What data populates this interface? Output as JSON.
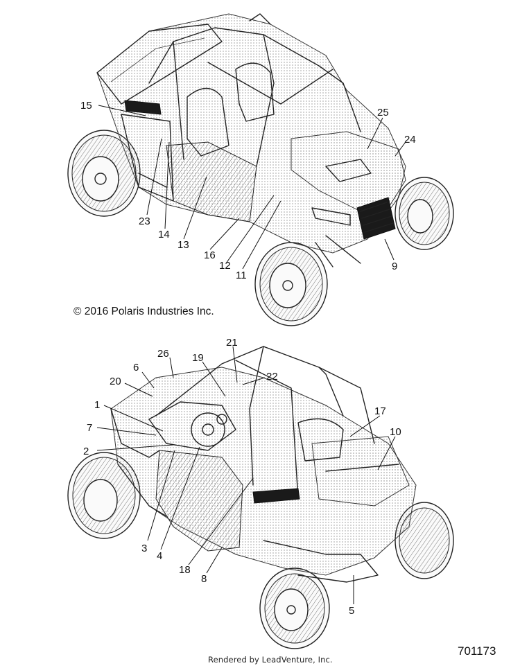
{
  "copyright": "© 2016 Polaris Industries Inc.",
  "rendered_by": "Rendered by LeadVenture, Inc.",
  "reference_number": "701173",
  "top_view_callouts": [
    "15",
    "25",
    "24",
    "23",
    "14",
    "13",
    "16",
    "12",
    "11",
    "9"
  ],
  "bottom_view_callouts": [
    "21",
    "26",
    "19",
    "22",
    "6",
    "20",
    "1",
    "7",
    "2",
    "17",
    "10",
    "3",
    "4",
    "18",
    "8",
    "5"
  ]
}
